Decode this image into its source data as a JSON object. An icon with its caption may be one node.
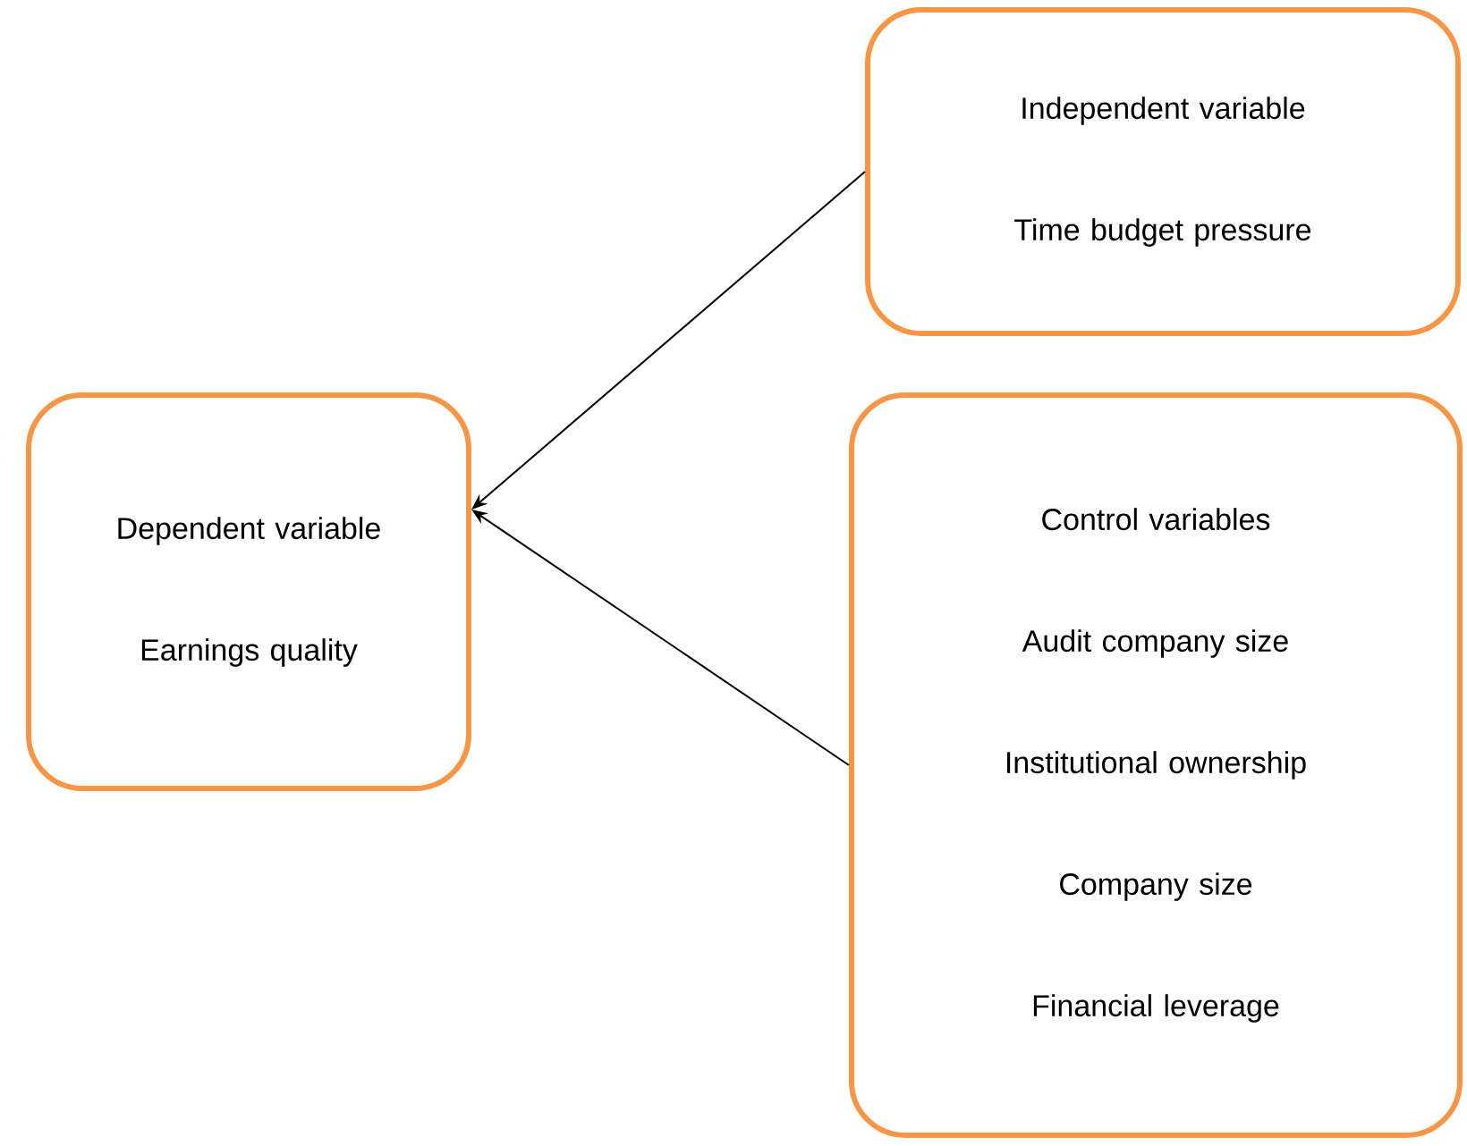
{
  "diagram": {
    "nodes": [
      {
        "text": [
          "Dependent variable",
          "Earnings quality"
        ]
      },
      {
        "text": [
          "Independent variable",
          "Time budget pressure"
        ]
      },
      {
        "text": [
          "Control variables",
          "Audit company size",
          "Institutional ownership",
          "Company size",
          "Financial leverage"
        ]
      }
    ],
    "edges": [
      {
        "from": 1,
        "to": 0,
        "arrow": "to"
      },
      {
        "from": 2,
        "to": 0,
        "arrow": "to"
      }
    ]
  }
}
